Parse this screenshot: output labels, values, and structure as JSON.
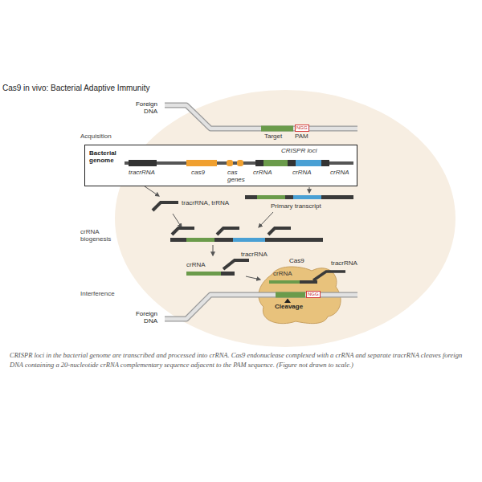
{
  "diagram": {
    "title": "Cas9 in vivo: Bacterial Adaptive Immunity",
    "caption": "CRISPR loci in the bacterial genome are transcribed and processed into crRNA. Cas9 endonuclease complexed with a crRNA and separate tracrRNA cleaves foreign DNA containing a 20-nucleotide crRNA complementary sequence adjacent to the PAM sequence. (Figure not drawn to scale.)",
    "nodes": [
      {
        "text": [
          "Bacterial genome"
        ]
      },
      {
        "text": [
          "NGG"
        ]
      },
      {
        "text": [
          "Cas9",
          "Cleavage"
        ]
      },
      {
        "text": [
          "NGG"
        ],
        "in": 2
      }
    ],
    "labels": [
      "Foreign DNA",
      "Target",
      "PAM",
      "Acquisition",
      "CRISPR loci",
      "tracrRNA",
      "cas9",
      "cas genes",
      "crRNA",
      "crRNA",
      "crRNA",
      "tracrRNA, trRNA",
      "Primary transcript",
      "crRNA biogenesis",
      "crRNA",
      "tracrRNA",
      "tracrRNA",
      "crRNA",
      "Interference",
      "Foreign DNA"
    ]
  }
}
